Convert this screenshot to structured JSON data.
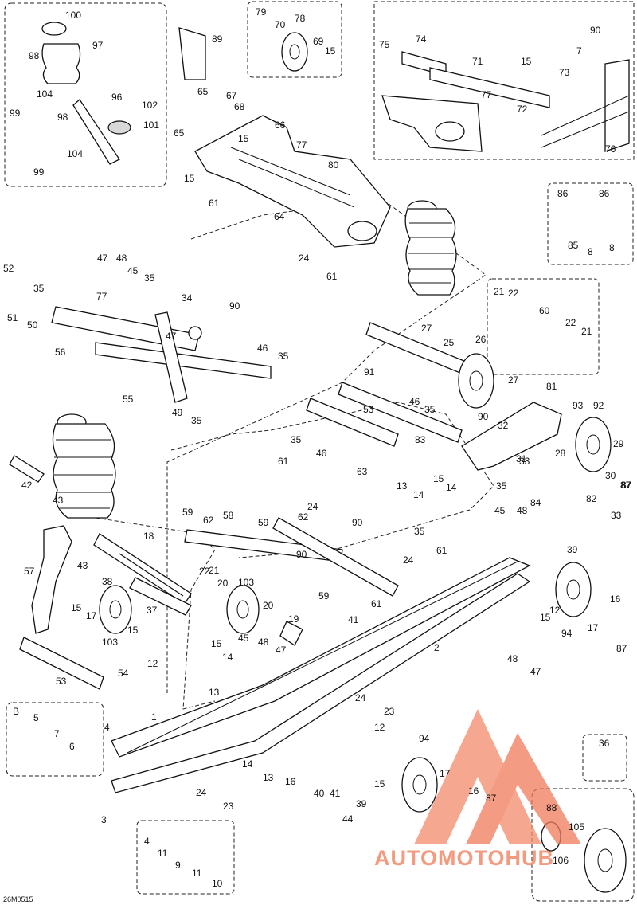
{
  "diagram": {
    "reference_code": "26M0515",
    "watermark": "AUTOMOTOHUB",
    "colors": {
      "line": "#111111",
      "watermark": "#f28a6a"
    },
    "callouts": [
      "100",
      "97",
      "98",
      "104",
      "99",
      "96",
      "102",
      "101",
      "98",
      "104",
      "99",
      "89",
      "79",
      "78",
      "70",
      "69",
      "15",
      "75",
      "74",
      "71",
      "77",
      "72",
      "73",
      "15",
      "90",
      "7",
      "76",
      "65",
      "67",
      "68",
      "66",
      "65",
      "15",
      "77",
      "80",
      "15",
      "61",
      "64",
      "24",
      "61",
      "86",
      "86",
      "85",
      "8",
      "8",
      "52",
      "47",
      "48",
      "45",
      "35",
      "51",
      "50",
      "35",
      "34",
      "77",
      "90",
      "47",
      "46",
      "35",
      "56",
      "55",
      "49",
      "35",
      "21",
      "22",
      "60",
      "22",
      "21",
      "27",
      "25",
      "26",
      "27",
      "81",
      "93",
      "92",
      "91",
      "53",
      "46",
      "35",
      "90",
      "32",
      "83",
      "31",
      "28",
      "29",
      "33",
      "30",
      "87",
      "35",
      "61",
      "46",
      "63",
      "15",
      "14",
      "35",
      "82",
      "84",
      "33",
      "87",
      "42",
      "43",
      "24",
      "13",
      "14",
      "45",
      "48",
      "39",
      "59",
      "62",
      "58",
      "59",
      "62",
      "90",
      "90",
      "35",
      "61",
      "24",
      "18",
      "43",
      "38",
      "37",
      "22",
      "20",
      "103",
      "20",
      "59",
      "41",
      "61",
      "12",
      "15",
      "16",
      "57",
      "15",
      "17",
      "103",
      "15",
      "12",
      "21",
      "19",
      "47",
      "45",
      "48",
      "15",
      "14",
      "13",
      "2",
      "94",
      "17",
      "87",
      "48",
      "47",
      "53",
      "54",
      "1",
      "24",
      "23",
      "B",
      "5",
      "4",
      "7",
      "6",
      "12",
      "94",
      "36",
      "14",
      "13",
      "16",
      "24",
      "23",
      "40",
      "41",
      "39",
      "44",
      "16",
      "87",
      "15",
      "17",
      "3",
      "4",
      "11",
      "9",
      "11",
      "10",
      "88",
      "105",
      "106"
    ]
  }
}
